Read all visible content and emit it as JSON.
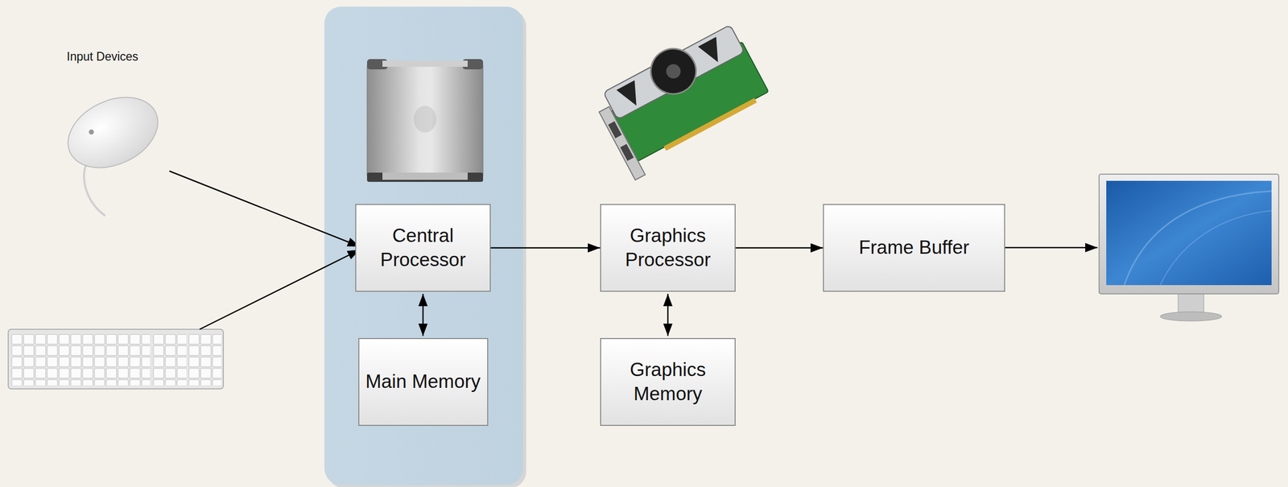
{
  "diagram": {
    "nodes": [
      {
        "text": [
          "Central Processor"
        ]
      },
      {
        "text": [
          "Main Memory"
        ]
      },
      {
        "text": [
          "Graphics Processor"
        ]
      },
      {
        "text": [
          "Graphics Memory"
        ]
      },
      {
        "text": [
          "Frame Buffer"
        ]
      }
    ],
    "edges": [
      {
        "from": 0,
        "to": 1,
        "arrow": "both"
      },
      {
        "from": 0,
        "to": 2,
        "arrow": "to"
      },
      {
        "from": 2,
        "to": 3,
        "arrow": "both"
      },
      {
        "from": 2,
        "to": 4,
        "arrow": "to"
      }
    ],
    "labels": [
      "Input Devices"
    ]
  }
}
